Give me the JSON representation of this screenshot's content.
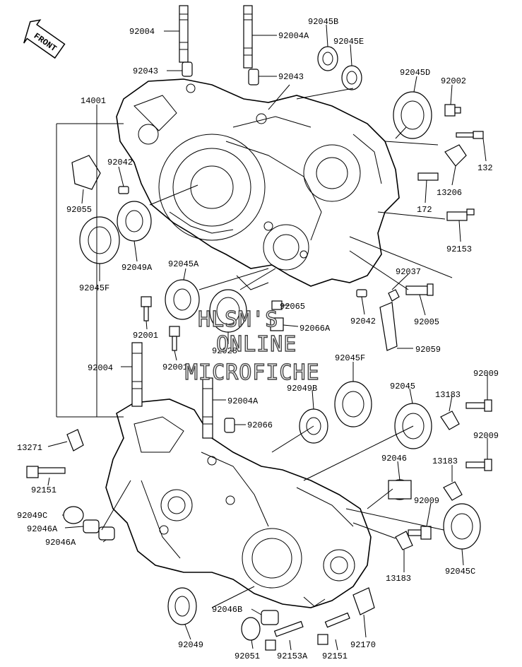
{
  "front_badge": "FRONT",
  "watermark": [
    "HLSM'S",
    "ONLINE",
    "MICROFICHE"
  ],
  "labels": {
    "p92004_top": "92004",
    "p92004a_top": "92004A",
    "p92045b": "92045B",
    "p92045e": "92045E",
    "p92043_l": "92043",
    "p92043_r": "92043",
    "p14001": "14001",
    "p92045d": "92045D",
    "p92002": "92002",
    "p132": "132",
    "p13206": "13206",
    "p172": "172",
    "p92153": "92153",
    "p92042_top": "92042",
    "p92055": "92055",
    "p92049a": "92049A",
    "p92045f_l": "92045F",
    "p92045a": "92045A",
    "p92037": "92037",
    "p92065": "92065",
    "p92066a": "92066A",
    "p92042_mid": "92042",
    "p92005": "92005",
    "p92001_a": "92001",
    "p92028": "92028",
    "p92059": "92059",
    "p92001_b": "92001",
    "p92004_bot": "92004",
    "p92045f_r": "92045F",
    "p92009_a": "92009",
    "p92004a_bot": "92004A",
    "p92049b": "92049B",
    "p92045": "92045",
    "p13183_a": "13183",
    "p92066": "92066",
    "p13271": "13271",
    "p92009_b": "92009",
    "p92046": "92046",
    "p13183_b": "13183",
    "p92151_l": "92151",
    "p92009_c": "92009",
    "p92049c": "92049C",
    "p92046a_1": "92046A",
    "p92046a_2": "92046A",
    "p13183_c": "13183",
    "p92045c": "92045C",
    "p92046b": "92046B",
    "p92049": "92049",
    "p92170": "92170",
    "p92051": "92051",
    "p92153a": "92153A",
    "p92151_b": "92151"
  }
}
